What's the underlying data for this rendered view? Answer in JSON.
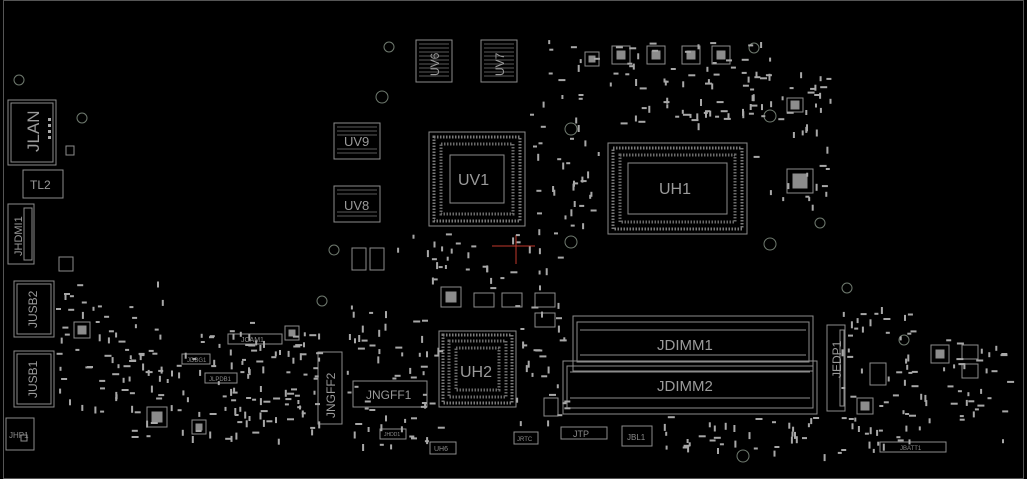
{
  "board": {
    "background": "#000000",
    "outline_color": "#8c8c8c",
    "label_color": "#9a9a9a",
    "trace_accent": "#c0392b"
  },
  "labels": {
    "jlan": "JLAN",
    "tl2": "TL2",
    "jhdmi1": "JHDMI1",
    "jusb2": "JUSB2",
    "jusb1": "JUSB1",
    "jhp1": "JHP1",
    "uv6": "UV6",
    "uv7": "UV7",
    "uv9": "UV9",
    "uv8": "UV8",
    "uv1": "UV1",
    "uh1": "UH1",
    "uh2": "UH2",
    "jdimm1": "JDIMM1",
    "jdimm2": "JDIMM2",
    "jedp1": "JEDP1",
    "jngff1": "JNGFF1",
    "jngff2": "JNGFF2",
    "jcam1": "JCAM1",
    "jdbg1": "JDBG1",
    "jlpdb1": "JLPDB1",
    "jtp": "JTP",
    "jbl1": "JBL1",
    "uh6": "UH6",
    "jhdd1": "JHDD1",
    "jrtc": "JRTC",
    "jbatt": "JBATT1"
  }
}
